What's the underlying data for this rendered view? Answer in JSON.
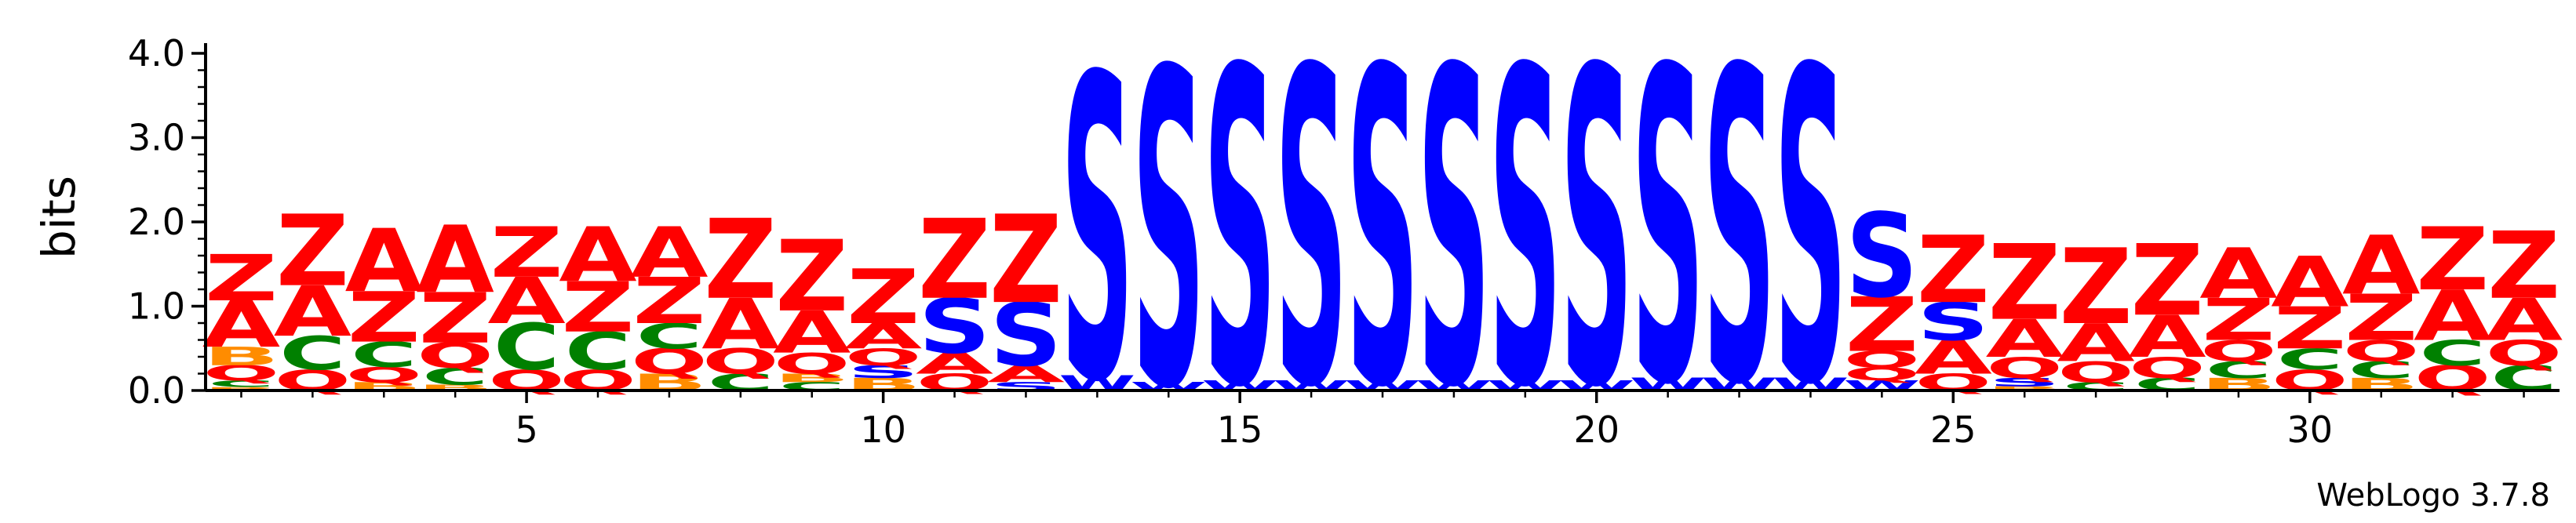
{
  "chart_data": {
    "type": "sequence-logo",
    "ylabel": "bits",
    "ylim": [
      0,
      4.0
    ],
    "y_ticks": [
      "0.0",
      "1.0",
      "2.0",
      "3.0",
      "4.0"
    ],
    "x_ticks": [
      "5",
      "10",
      "15",
      "20",
      "25",
      "30"
    ],
    "x_tick_values": [
      5,
      10,
      15,
      20,
      25,
      30
    ],
    "x_range": [
      1,
      33
    ],
    "credit": "WebLogo 3.7.8",
    "colors": {
      "S": "#0000ff",
      "W": "#0000ff",
      "Z": "#ff0000",
      "A": "#ff0000",
      "Q": "#ff0000",
      "C": "#008000",
      "B": "#ff8c00"
    },
    "positions": [
      {
        "pos": 1,
        "stack": [
          [
            "B",
            0.04
          ],
          [
            "C",
            0.08
          ],
          [
            "Q",
            0.18
          ],
          [
            "B",
            0.22
          ],
          [
            "A",
            0.55
          ],
          [
            "Z",
            0.55
          ]
        ]
      },
      {
        "pos": 2,
        "stack": [
          [
            "Q",
            0.25
          ],
          [
            "C",
            0.4
          ],
          [
            "A",
            0.6
          ],
          [
            "Z",
            0.85
          ]
        ]
      },
      {
        "pos": 3,
        "stack": [
          [
            "B",
            0.1
          ],
          [
            "Q",
            0.18
          ],
          [
            "C",
            0.3
          ],
          [
            "Z",
            0.6
          ],
          [
            "A",
            0.75
          ]
        ]
      },
      {
        "pos": 4,
        "stack": [
          [
            "B",
            0.07
          ],
          [
            "C",
            0.2
          ],
          [
            "Q",
            0.3
          ],
          [
            "Z",
            0.6
          ],
          [
            "A",
            0.8
          ]
        ]
      },
      {
        "pos": 5,
        "stack": [
          [
            "Q",
            0.25
          ],
          [
            "C",
            0.55
          ],
          [
            "A",
            0.55
          ],
          [
            "Z",
            0.6
          ]
        ]
      },
      {
        "pos": 6,
        "stack": [
          [
            "Q",
            0.25
          ],
          [
            "C",
            0.45
          ],
          [
            "Z",
            0.6
          ],
          [
            "A",
            0.65
          ]
        ]
      },
      {
        "pos": 7,
        "stack": [
          [
            "B",
            0.2
          ],
          [
            "Q",
            0.3
          ],
          [
            "C",
            0.3
          ],
          [
            "Z",
            0.55
          ],
          [
            "A",
            0.6
          ]
        ]
      },
      {
        "pos": 8,
        "stack": [
          [
            "C",
            0.2
          ],
          [
            "Q",
            0.3
          ],
          [
            "A",
            0.6
          ],
          [
            "Z",
            0.95
          ]
        ]
      },
      {
        "pos": 9,
        "stack": [
          [
            "C",
            0.1
          ],
          [
            "B",
            0.1
          ],
          [
            "Q",
            0.25
          ],
          [
            "A",
            0.5
          ],
          [
            "Z",
            0.85
          ]
        ]
      },
      {
        "pos": 10,
        "stack": [
          [
            "B",
            0.15
          ],
          [
            "S",
            0.15
          ],
          [
            "Q",
            0.2
          ],
          [
            "A",
            0.3
          ],
          [
            "Z",
            0.65
          ]
        ]
      },
      {
        "pos": 11,
        "stack": [
          [
            "Q",
            0.2
          ],
          [
            "A",
            0.25
          ],
          [
            "S",
            0.65
          ],
          [
            "Z",
            0.95
          ]
        ]
      },
      {
        "pos": 12,
        "stack": [
          [
            "S",
            0.1
          ],
          [
            "A",
            0.2
          ],
          [
            "S",
            0.75
          ],
          [
            "Z",
            1.05
          ]
        ]
      },
      {
        "pos": 13,
        "stack": [
          [
            "W",
            0.18
          ],
          [
            "S",
            3.6
          ]
        ]
      },
      {
        "pos": 14,
        "stack": [
          [
            "W",
            0.1
          ],
          [
            "S",
            3.75
          ]
        ]
      },
      {
        "pos": 15,
        "stack": [
          [
            "W",
            0.12
          ],
          [
            "S",
            3.75
          ]
        ]
      },
      {
        "pos": 16,
        "stack": [
          [
            "W",
            0.12
          ],
          [
            "S",
            3.75
          ]
        ]
      },
      {
        "pos": 17,
        "stack": [
          [
            "W",
            0.12
          ],
          [
            "S",
            3.75
          ]
        ]
      },
      {
        "pos": 18,
        "stack": [
          [
            "W",
            0.12
          ],
          [
            "S",
            3.75
          ]
        ]
      },
      {
        "pos": 19,
        "stack": [
          [
            "W",
            0.12
          ],
          [
            "S",
            3.75
          ]
        ]
      },
      {
        "pos": 20,
        "stack": [
          [
            "W",
            0.12
          ],
          [
            "S",
            3.75
          ]
        ]
      },
      {
        "pos": 21,
        "stack": [
          [
            "W",
            0.15
          ],
          [
            "S",
            3.72
          ]
        ]
      },
      {
        "pos": 22,
        "stack": [
          [
            "W",
            0.15
          ],
          [
            "S",
            3.72
          ]
        ]
      },
      {
        "pos": 23,
        "stack": [
          [
            "W",
            0.15
          ],
          [
            "S",
            3.72
          ]
        ]
      },
      {
        "pos": 24,
        "stack": [
          [
            "W",
            0.12
          ],
          [
            "Q",
            0.15
          ],
          [
            "Q",
            0.2
          ],
          [
            "Z",
            0.65
          ],
          [
            "S",
            1.0
          ]
        ]
      },
      {
        "pos": 25,
        "stack": [
          [
            "Q",
            0.2
          ],
          [
            "A",
            0.4
          ],
          [
            "S",
            0.45
          ],
          [
            "Z",
            0.8
          ]
        ]
      },
      {
        "pos": 26,
        "stack": [
          [
            "B",
            0.05
          ],
          [
            "S",
            0.1
          ],
          [
            "Q",
            0.25
          ],
          [
            "A",
            0.45
          ],
          [
            "Z",
            0.9
          ]
        ]
      },
      {
        "pos": 27,
        "stack": [
          [
            "C",
            0.1
          ],
          [
            "Q",
            0.25
          ],
          [
            "A",
            0.45
          ],
          [
            "Z",
            0.9
          ]
        ]
      },
      {
        "pos": 28,
        "stack": [
          [
            "C",
            0.15
          ],
          [
            "Q",
            0.25
          ],
          [
            "A",
            0.5
          ],
          [
            "Z",
            0.85
          ]
        ]
      },
      {
        "pos": 29,
        "stack": [
          [
            "B",
            0.15
          ],
          [
            "C",
            0.2
          ],
          [
            "Q",
            0.25
          ],
          [
            "Z",
            0.5
          ],
          [
            "A",
            0.6
          ]
        ]
      },
      {
        "pos": 30,
        "stack": [
          [
            "Q",
            0.25
          ],
          [
            "C",
            0.25
          ],
          [
            "Z",
            0.5
          ],
          [
            "A",
            0.6
          ]
        ]
      },
      {
        "pos": 31,
        "stack": [
          [
            "B",
            0.15
          ],
          [
            "C",
            0.2
          ],
          [
            "Q",
            0.25
          ],
          [
            "Z",
            0.55
          ],
          [
            "A",
            0.7
          ]
        ]
      },
      {
        "pos": 32,
        "stack": [
          [
            "Q",
            0.3
          ],
          [
            "C",
            0.3
          ],
          [
            "A",
            0.6
          ],
          [
            "Z",
            0.75
          ]
        ]
      },
      {
        "pos": 33,
        "stack": [
          [
            "C",
            0.3
          ],
          [
            "Q",
            0.3
          ],
          [
            "A",
            0.5
          ],
          [
            "Z",
            0.8
          ]
        ]
      }
    ]
  }
}
